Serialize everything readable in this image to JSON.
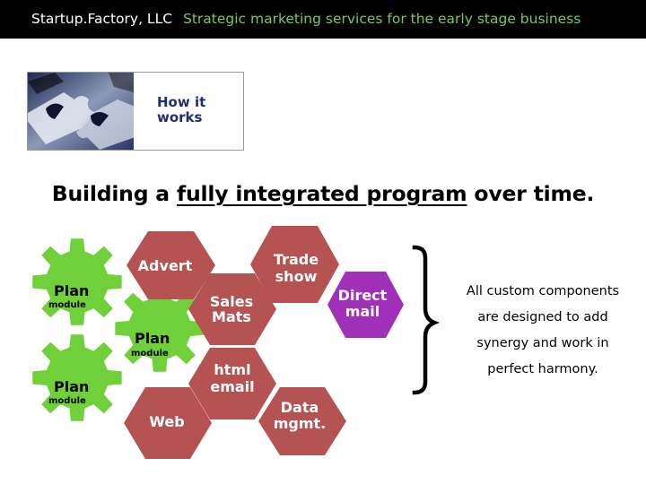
{
  "header": {
    "company": "Startup.Factory, LLC",
    "tagline": "Strategic marketing services for the early stage business"
  },
  "hero": {
    "label_line1": "How it",
    "label_line2": "works"
  },
  "headline": {
    "before": "Building a ",
    "underlined": "fully integrated program",
    "after": " over time."
  },
  "gears": [
    {
      "title": "Plan",
      "sub": "module"
    },
    {
      "title": "Plan",
      "sub": "module"
    },
    {
      "title": "Plan",
      "sub": "module"
    }
  ],
  "tiles": [
    {
      "line1": "Advert",
      "line2": ""
    },
    {
      "line1": "Trade",
      "line2": "show"
    },
    {
      "line1": "Sales",
      "line2": "Mats"
    },
    {
      "line1": "Direct",
      "line2": "mail"
    },
    {
      "line1": "html",
      "line2": "email"
    },
    {
      "line1": "Web",
      "line2": ""
    },
    {
      "line1": "Data",
      "line2": "mgmt."
    }
  ],
  "summary": {
    "line1": "All custom components",
    "line2": "are designed to add",
    "line3": "synergy and work in",
    "line4": "perfect harmony."
  },
  "colors": {
    "header_bg": "#000000",
    "tagline_green": "#7ec850",
    "gear_green": "#6fd03a",
    "hex_red": "#b55252",
    "hex_purple": "#a030b8",
    "hero_text_navy": "#1f2f6b"
  },
  "icons": {
    "hero_image": "puzzle-pieces-image",
    "gear": "gear-icon",
    "brace": "right-brace-icon"
  }
}
